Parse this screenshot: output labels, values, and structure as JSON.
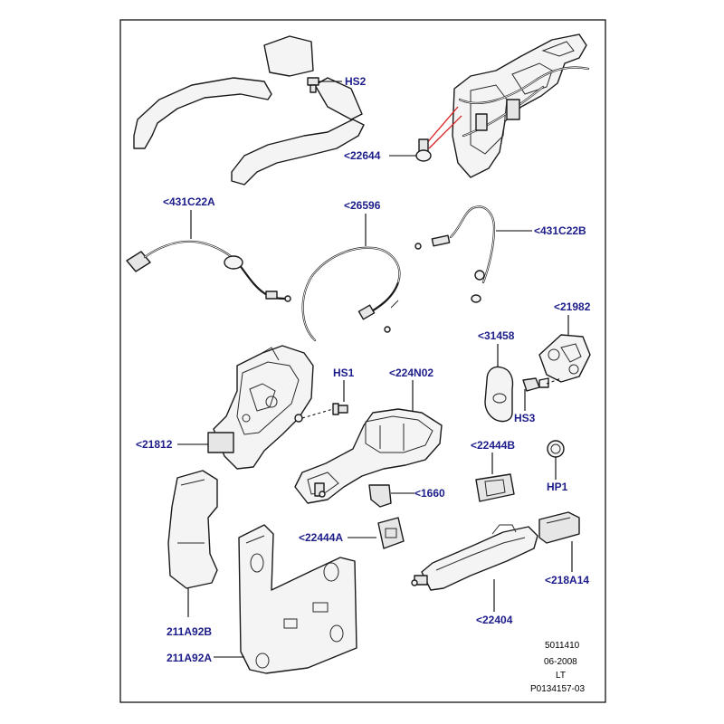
{
  "diagram": {
    "callouts": {
      "hs2": "HS2",
      "c22644": "<22644",
      "c431c22a": "<431C22A",
      "c26596": "<26596",
      "c431c22b": "<431C22B",
      "c21982": "<21982",
      "c31458": "<31458",
      "hs1": "HS1",
      "c224n02": "<224N02",
      "hs3": "HS3",
      "c21812": "<21812",
      "c22444b": "<22444B",
      "hp1": "HP1",
      "c1660": "<1660",
      "c22444a": "<22444A",
      "c218a14": "<218A14",
      "c211a92b": "211A92B",
      "c22404": "<22404",
      "c211a92a": "211A92A"
    },
    "footer": {
      "line1": "5011410",
      "line2": "06-2008",
      "line3": "LT",
      "line4": "P0134157-03"
    },
    "colors": {
      "callout_text": "#1c1c8a",
      "highlight": "#d92020"
    }
  }
}
